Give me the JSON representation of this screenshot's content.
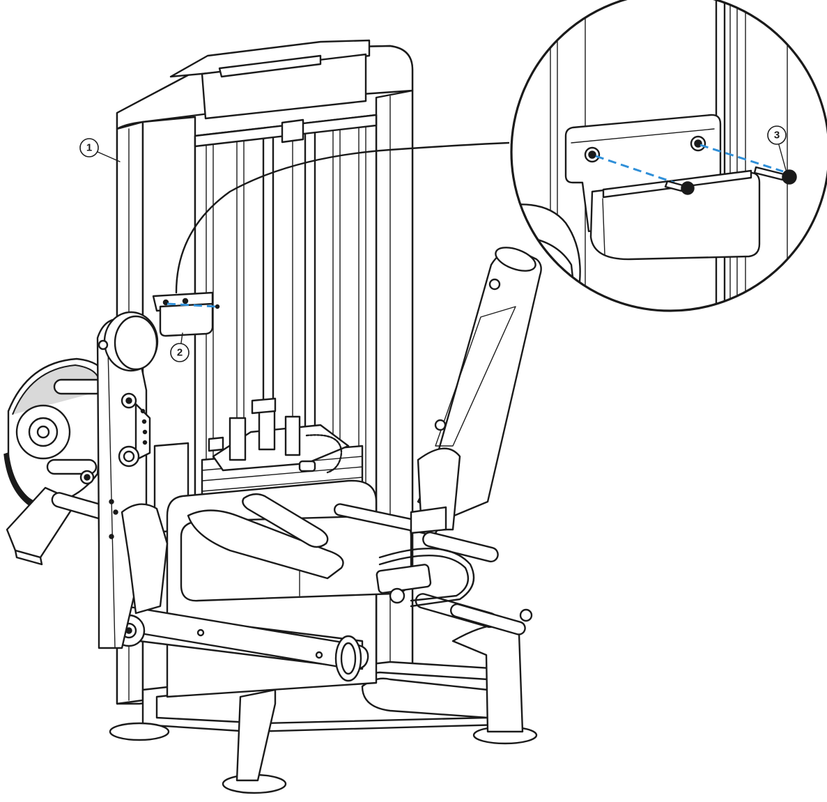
{
  "callouts": [
    {
      "id": "1",
      "label": "1"
    },
    {
      "id": "2",
      "label": "2"
    },
    {
      "id": "3",
      "label": "3"
    }
  ],
  "colors": {
    "line": "#1a1a1a",
    "fastener_path": "#2f8fd8",
    "background": "#ffffff"
  }
}
